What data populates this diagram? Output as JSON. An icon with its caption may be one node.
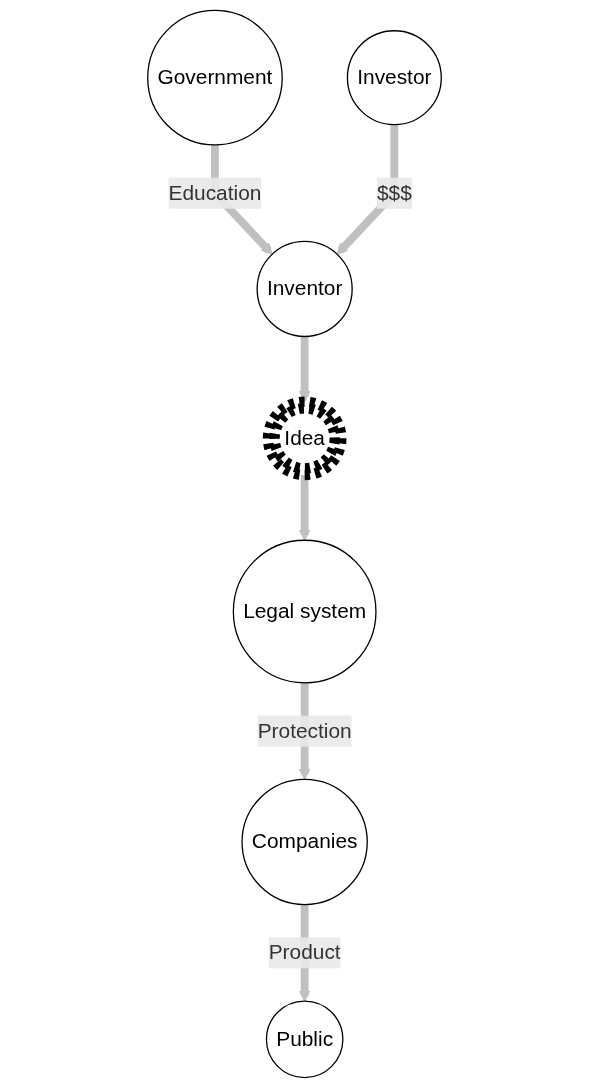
{
  "diagram": {
    "nodes": [
      {
        "text": [
          "Government"
        ]
      },
      {
        "text": [
          "Investor"
        ]
      },
      {
        "text": [
          "Inventor"
        ]
      },
      {
        "text": [
          "Idea"
        ]
      },
      {
        "text": [
          "Legal system"
        ]
      },
      {
        "text": [
          "Companies"
        ]
      },
      {
        "text": [
          "Public"
        ]
      }
    ],
    "edges": [
      {
        "from": 0,
        "to": 2,
        "arrow": "to",
        "label": "Education"
      },
      {
        "from": 1,
        "to": 2,
        "arrow": "to",
        "label": "$$$"
      },
      {
        "from": 2,
        "to": 3,
        "arrow": "to"
      },
      {
        "from": 3,
        "to": 4,
        "arrow": "to"
      },
      {
        "from": 4,
        "to": 5,
        "arrow": "to",
        "label": "Protection"
      },
      {
        "from": 5,
        "to": 6,
        "arrow": "to",
        "label": "Product"
      }
    ]
  }
}
